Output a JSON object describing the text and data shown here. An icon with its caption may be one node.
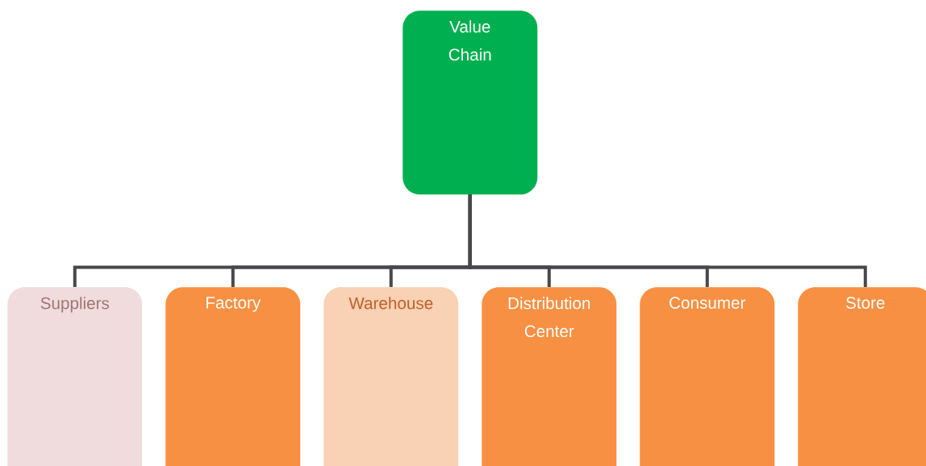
{
  "diagram": {
    "nodes": [
      {
        "text": [
          "Value Chain"
        ]
      },
      {
        "text": [
          "Suppliers"
        ]
      },
      {
        "text": [
          "Factory"
        ]
      },
      {
        "text": [
          "Warehouse"
        ]
      },
      {
        "text": [
          "Distribution Center"
        ]
      },
      {
        "text": [
          "Consumer"
        ]
      },
      {
        "text": [
          "Store"
        ]
      }
    ],
    "edges": [
      {
        "from": 0,
        "to": 1,
        "arrow": "none"
      },
      {
        "from": 0,
        "to": 2,
        "arrow": "none"
      },
      {
        "from": 0,
        "to": 3,
        "arrow": "none"
      },
      {
        "from": 0,
        "to": 4,
        "arrow": "none"
      },
      {
        "from": 0,
        "to": 5,
        "arrow": "none"
      },
      {
        "from": 0,
        "to": 6,
        "arrow": "none"
      }
    ]
  }
}
